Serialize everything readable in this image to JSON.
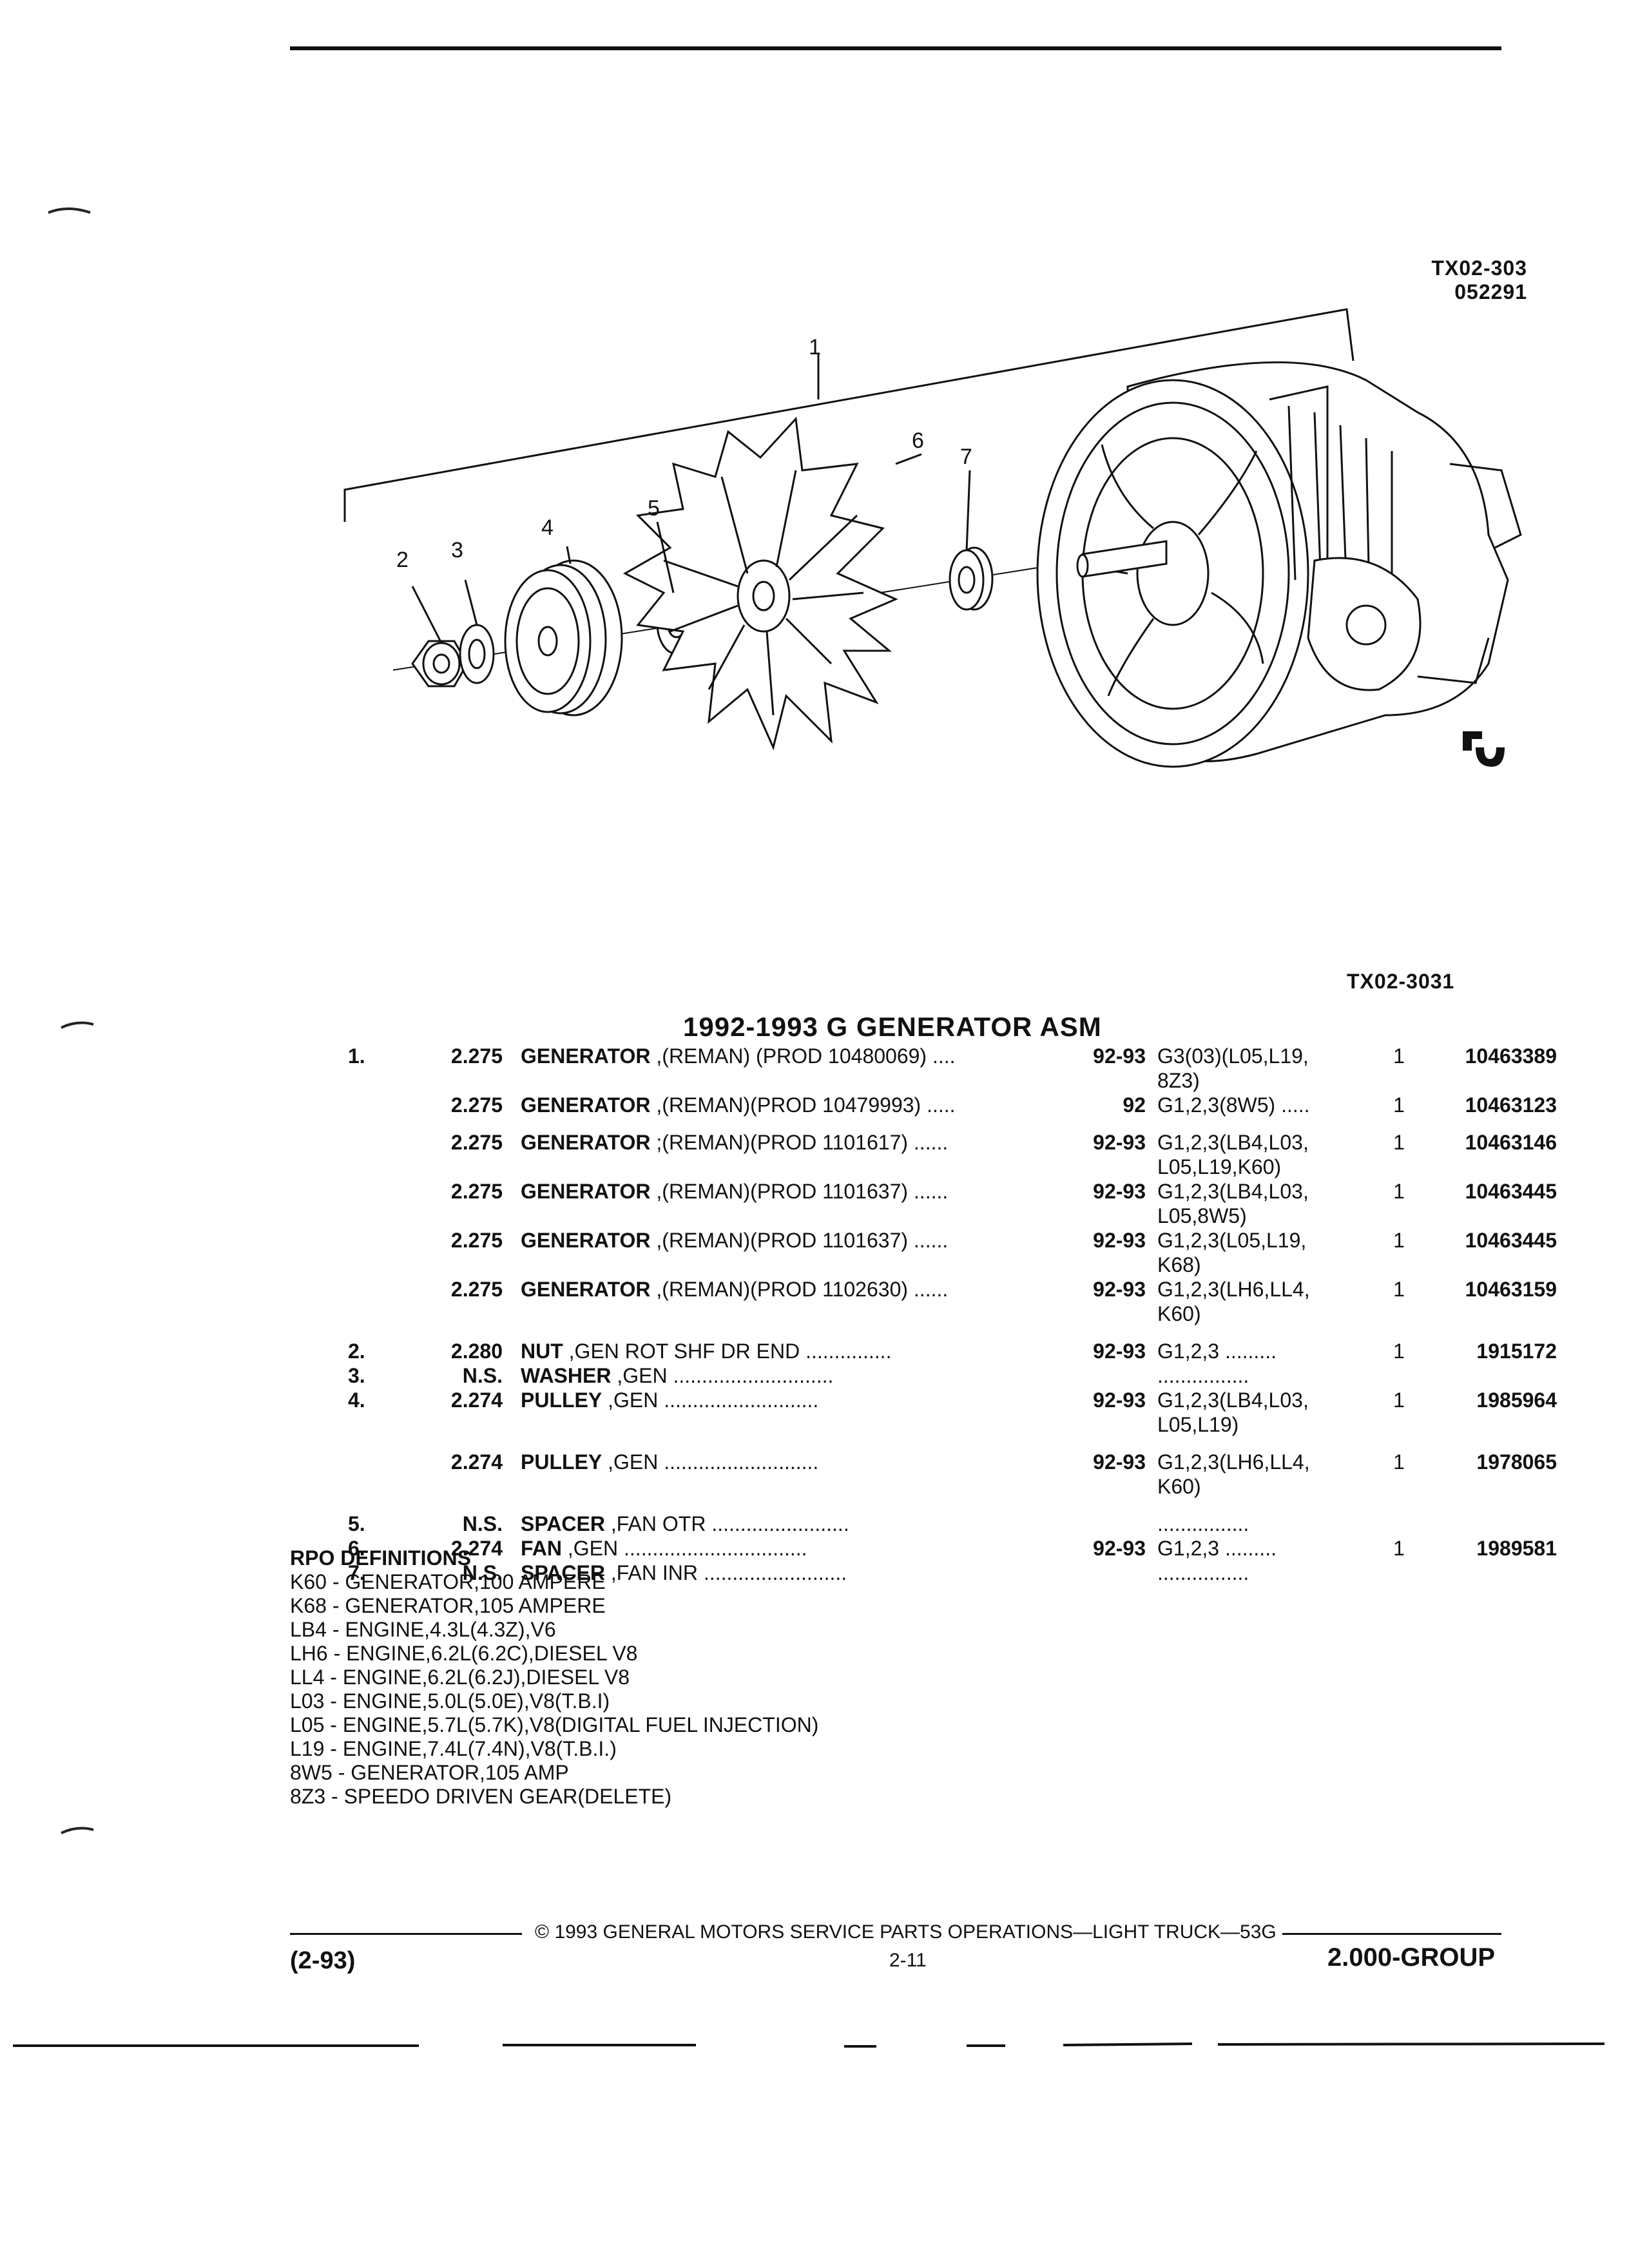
{
  "header": {
    "fig_code": "TX02-303",
    "fig_date": "052291"
  },
  "diagram": {
    "callouts": [
      "1",
      "2",
      "3",
      "4",
      "5",
      "6",
      "7"
    ]
  },
  "section": {
    "fig_ref": "TX02-3031",
    "title": "1992-1993 G GENERATOR ASM"
  },
  "parts": [
    {
      "item": "1.",
      "group": "2.275",
      "name": "GENERATOR",
      "desc": " ,(REMAN) (PROD 10480069) ....",
      "years": "92-93",
      "app": "G3(03)(L05,L19,",
      "app2": "8Z3)",
      "qty": "1",
      "pn": "10463389"
    },
    {
      "item": "",
      "group": "2.275",
      "name": "GENERATOR",
      "desc": " ,(REMAN)(PROD 10479993) .....",
      "years": "92",
      "app": "G1,2,3(8W5) .....",
      "app2": "",
      "qty": "1",
      "pn": "10463123"
    },
    {
      "item": "",
      "group": "2.275",
      "name": "GENERATOR",
      "desc": " ;(REMAN)(PROD 1101617) ......",
      "years": "92-93",
      "app": "G1,2,3(LB4,L03,",
      "app2": "L05,L19,K60)",
      "qty": "1",
      "pn": "10463146"
    },
    {
      "item": "",
      "group": "2.275",
      "name": "GENERATOR",
      "desc": " ,(REMAN)(PROD 1101637) ......",
      "years": "92-93",
      "app": "G1,2,3(LB4,L03,",
      "app2": "L05,8W5)",
      "qty": "1",
      "pn": "10463445"
    },
    {
      "item": "",
      "group": "2.275",
      "name": "GENERATOR",
      "desc": " ,(REMAN)(PROD 1101637) ......",
      "years": "92-93",
      "app": "G1,2,3(L05,L19,",
      "app2": "K68)",
      "qty": "1",
      "pn": "10463445"
    },
    {
      "item": "",
      "group": "2.275",
      "name": "GENERATOR",
      "desc": " ,(REMAN)(PROD 1102630) ......",
      "years": "92-93",
      "app": "G1,2,3(LH6,LL4,",
      "app2": "K60)",
      "qty": "1",
      "pn": "10463159"
    },
    {
      "item": "2.",
      "group": "2.280",
      "name": "NUT",
      "desc": " ,GEN ROT SHF DR END ...............",
      "years": "92-93",
      "app": "G1,2,3 .........",
      "app2": "",
      "qty": "1",
      "pn": "1915172"
    },
    {
      "item": "3.",
      "group": "N.S.",
      "name": "WASHER",
      "desc": " ,GEN ............................",
      "years": "",
      "app": "................",
      "app2": "",
      "qty": "",
      "pn": ""
    },
    {
      "item": "4.",
      "group": "2.274",
      "name": "PULLEY",
      "desc": " ,GEN ...........................",
      "years": "92-93",
      "app": "G1,2,3(LB4,L03,",
      "app2": "L05,L19)",
      "qty": "1",
      "pn": "1985964"
    },
    {
      "item": "",
      "group": "2.274",
      "name": "PULLEY",
      "desc": " ,GEN ...........................",
      "years": "92-93",
      "app": "G1,2,3(LH6,LL4,",
      "app2": "K60)",
      "qty": "1",
      "pn": "1978065"
    },
    {
      "item": "5.",
      "group": "N.S.",
      "name": "SPACER",
      "desc": " ,FAN OTR ........................",
      "years": "",
      "app": "................",
      "app2": "",
      "qty": "",
      "pn": ""
    },
    {
      "item": "6.",
      "group": "2.274",
      "name": "FAN",
      "desc": " ,GEN ................................",
      "years": "92-93",
      "app": "G1,2,3 .........",
      "app2": "",
      "qty": "1",
      "pn": "1989581"
    },
    {
      "item": "7.",
      "group": "N.S.",
      "name": "SPACER",
      "desc": " ,FAN INR .........................",
      "years": "",
      "app": "................",
      "app2": "",
      "qty": "",
      "pn": ""
    }
  ],
  "rpo": {
    "heading": "RPO DEFINITIONS",
    "items": [
      "K60 - GENERATOR,100 AMPERE",
      "K68 - GENERATOR,105 AMPERE",
      "LB4 - ENGINE,4.3L(4.3Z),V6",
      "LH6 - ENGINE,6.2L(6.2C),DIESEL V8",
      "LL4 - ENGINE,6.2L(6.2J),DIESEL V8",
      "L03 - ENGINE,5.0L(5.0E),V8(T.B.I)",
      "L05 - ENGINE,5.7L(5.7K),V8(DIGITAL FUEL INJECTION)",
      "L19 - ENGINE,7.4L(7.4N),V8(T.B.I.)",
      "8W5 - GENERATOR,105 AMP",
      "8Z3 - SPEEDO DRIVEN GEAR(DELETE)"
    ]
  },
  "footer": {
    "copyright": "© 1993 GENERAL MOTORS SERVICE PARTS OPERATIONS—LIGHT TRUCK—53G",
    "revision": "(2-93)",
    "page": "2-11",
    "group": "2.000-GROUP"
  }
}
